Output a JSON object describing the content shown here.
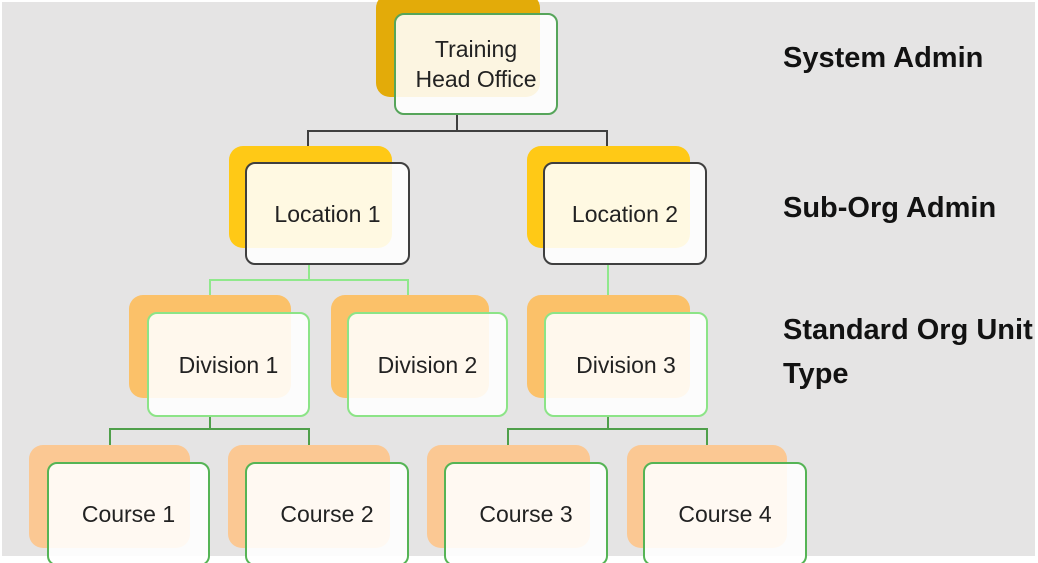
{
  "diagram": {
    "type": "org-chart",
    "nodes": {
      "head": {
        "label": "Training Head Office",
        "level": 1
      },
      "loc1": {
        "label": "Location 1",
        "level": 2
      },
      "loc2": {
        "label": "Location 2",
        "level": 2
      },
      "div1": {
        "label": "Division 1",
        "level": 3
      },
      "div2": {
        "label": "Division 2",
        "level": 3
      },
      "div3": {
        "label": "Division 3",
        "level": 3
      },
      "course1": {
        "label": "Course 1",
        "level": 4
      },
      "course2": {
        "label": "Course 2",
        "level": 4
      },
      "course3": {
        "label": "Course 3",
        "level": 4
      },
      "course4": {
        "label": "Course 4",
        "level": 4
      }
    },
    "edges": [
      {
        "from": "head",
        "to": "loc1"
      },
      {
        "from": "head",
        "to": "loc2"
      },
      {
        "from": "loc1",
        "to": "div1"
      },
      {
        "from": "loc1",
        "to": "div2"
      },
      {
        "from": "loc2",
        "to": "div3"
      },
      {
        "from": "div1",
        "to": "course1"
      },
      {
        "from": "div1",
        "to": "course2"
      },
      {
        "from": "div3",
        "to": "course3"
      },
      {
        "from": "div3",
        "to": "course4"
      }
    ],
    "role_labels": {
      "level1": "System Admin",
      "level2": "Sub-Org Admin",
      "level3": "Standard Org Unit Type"
    },
    "colors": {
      "background": "#e5e4e4",
      "head_plate": "#e3ab09",
      "location_plate": "#ffc916",
      "division_plate": "#fbc169",
      "course_plate": "#fbc893",
      "head_border": "#56a55a",
      "location_border": "#3f3f3f",
      "division_border": "#8ce487",
      "course_border": "#55b455",
      "connector_level1": "#3f3f3f",
      "connector_level2": "#90e88c",
      "connector_level3": "#4f9f4a"
    }
  }
}
